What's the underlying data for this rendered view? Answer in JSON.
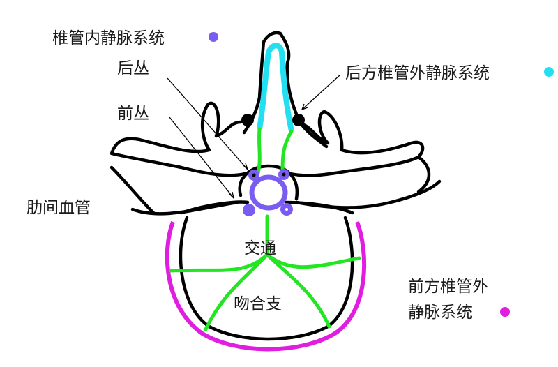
{
  "labels": {
    "internal_system": "椎管内静脉系统",
    "posterior_plexus": "后丛",
    "anterior_plexus": "前丛",
    "posterior_external_system": "后方椎管外静脉系统",
    "intercostal_vessels": "肋间血管",
    "communicating": "交通",
    "anastomotic_branch": "吻合支",
    "anterior_external_line1": "前方椎管外",
    "anterior_external_line2": "静脉系统"
  },
  "colors": {
    "internal": "#7b5cf0",
    "posterior_external": "#22e0f2",
    "anterior_external": "#e01ee0",
    "communicating": "#22e622"
  }
}
